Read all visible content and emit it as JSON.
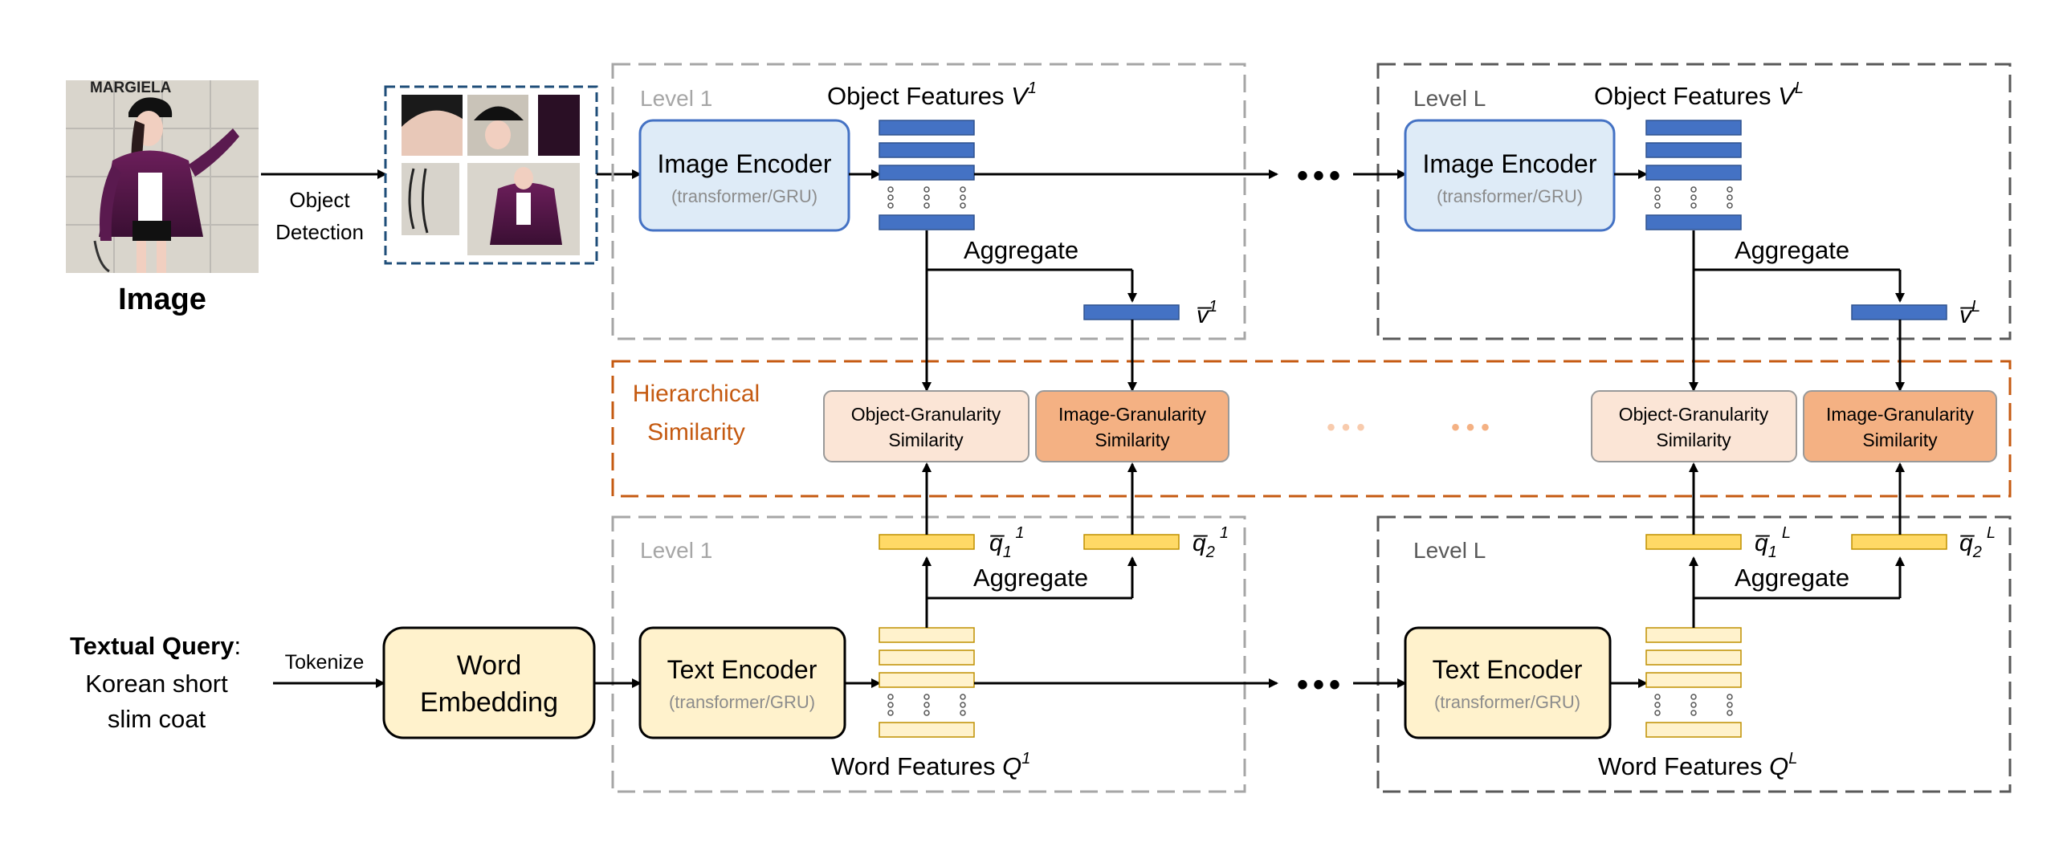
{
  "image_input": {
    "photo_watermark": "MARGIELA",
    "label": "Image"
  },
  "object_detection_label": [
    "Object",
    "Detection"
  ],
  "levels": {
    "first": "Level 1",
    "last": "Level L"
  },
  "image_encoder": {
    "title": "Image Encoder",
    "subtitle": "(transformer/GRU)"
  },
  "text_encoder": {
    "title": "Text Encoder",
    "subtitle": "(transformer/GRU)"
  },
  "object_features": {
    "label": "Object Features",
    "symbol": "V",
    "sup_first": "1",
    "sup_last": "L"
  },
  "word_features": {
    "label": "Word Features",
    "symbol": "Q",
    "sup_first": "1",
    "sup_last": "L"
  },
  "aggregate_label": "Aggregate",
  "v_bar": {
    "symbol": "v̅",
    "sup_first": "1",
    "sup_last": "L"
  },
  "q1_bar": {
    "symbol": "q̅",
    "sub": "1",
    "sup_first": "1",
    "sup_last": "L"
  },
  "q2_bar": {
    "symbol": "q̅",
    "sub": "2",
    "sup_first": "1",
    "sup_last": "L"
  },
  "hierarchical_similarity": [
    "Hierarchical",
    "Similarity"
  ],
  "object_granularity": [
    "Object-Granularity",
    "Similarity"
  ],
  "image_granularity": [
    "Image-Granularity",
    "Similarity"
  ],
  "textual_query": {
    "label": "Textual Query",
    "colon": ":",
    "lines": [
      "Korean short",
      "slim coat"
    ]
  },
  "tokenize_label": "Tokenize",
  "word_embedding": [
    "Word",
    "Embedding"
  ],
  "ellipsis": "•••",
  "colors": {
    "blue_feature": "#4472c4",
    "yellow_feature": "#ffd966",
    "light_yellow_feature": "#fff2cc",
    "encoder_blue_fill": "#deebf7",
    "encoder_blue_stroke": "#4472c4",
    "encoder_yellow_fill": "#fff2cc",
    "encoder_yellow_stroke": "#000000",
    "obj_sim_fill": "#fbe5d6",
    "img_sim_fill": "#f4b183",
    "similarity_orange": "#c55a11",
    "dashed_grey": "#a6a6a6",
    "dashed_dark": "#595959"
  }
}
